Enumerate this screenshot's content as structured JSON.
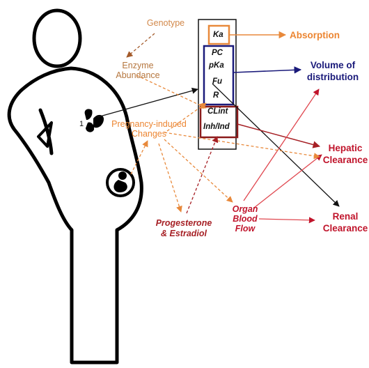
{
  "parameters": {
    "ka": "Ka",
    "pc": "PC",
    "pka": "pKa",
    "fu": "Fu",
    "r": "R",
    "clint": "CLint",
    "inh_ind": "Inh/Ind"
  },
  "labels": {
    "organ_number": "1",
    "genotype": "Genotype",
    "enzyme_line1": "Enzyme",
    "enzyme_line2": "Abundance",
    "pregnancy_line1": "Pregnancy-induced",
    "pregnancy_line2": "Changes",
    "progesterone_line1": "Progesterone",
    "progesterone_line2": "& Estradiol",
    "organ_flow_line1": "Organ",
    "organ_flow_line2": "Blood",
    "organ_flow_line3": "Flow"
  },
  "outcomes": {
    "absorption": "Absorption",
    "volume_line1": "Volume of",
    "volume_line2": "distribution",
    "hepatic_line1": "Hepatic",
    "hepatic_line2": "Clearance",
    "renal_line1": "Renal",
    "renal_line2": "Clearance"
  },
  "colors": {
    "absorption": "#ec8531",
    "distribution": "#1a1a7a",
    "clearance": "#c0142b",
    "hormone": "#a62025",
    "factor": "#d2884a"
  }
}
